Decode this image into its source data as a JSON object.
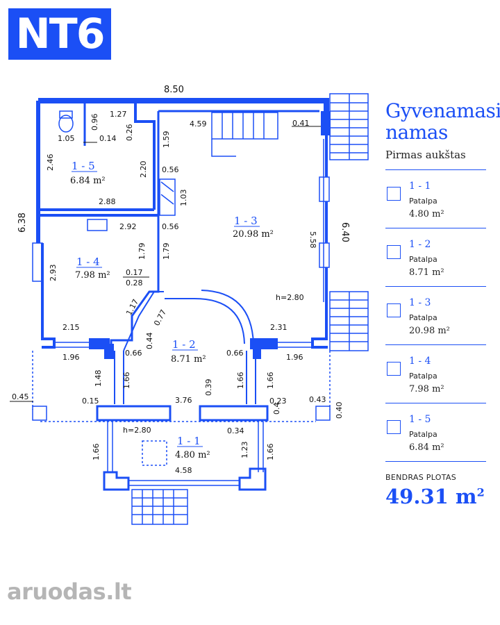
{
  "badge": "NT6",
  "legend": {
    "title_line1": "Gyvenamasis",
    "title_line2": "namas",
    "subtitle": "Pirmas aukštas",
    "items": [
      {
        "code": "1 - 1",
        "label": "Patalpa",
        "area": "4.80 m²"
      },
      {
        "code": "1 - 2",
        "label": "Patalpa",
        "area": "8.71 m²"
      },
      {
        "code": "1 - 3",
        "label": "Patalpa",
        "area": "20.98 m²"
      },
      {
        "code": "1 - 4",
        "label": "Patalpa",
        "area": "7.98 m²"
      },
      {
        "code": "1 - 5",
        "label": "Patalpa",
        "area": "6.84 m²"
      }
    ],
    "total_label": "BENDRAS PLOTAS",
    "total_value": "49.31 m",
    "total_unit_sup": "2"
  },
  "plan": {
    "rooms": [
      {
        "code": "1 - 5",
        "area": "6.84 m²"
      },
      {
        "code": "1 - 4",
        "area": "7.98 m²"
      },
      {
        "code": "1 - 3",
        "area": "20.98 m²"
      },
      {
        "code": "1 - 2",
        "area": "8.71 m²"
      },
      {
        "code": "1 - 1",
        "area": "4.80 m²"
      }
    ],
    "heights": [
      "h=2.80",
      "h=2.80"
    ],
    "dims": {
      "d850": "8.50",
      "d127": "1.27",
      "d096": "0.96",
      "d026": "0.26",
      "d459": "4.59",
      "d041": "0.41",
      "d105": "1.05",
      "d014": "0.14",
      "d159": "1.59",
      "d246": "2.46",
      "d220": "2.20",
      "d056a": "0.56",
      "d103": "1.03",
      "d288": "2.88",
      "d638": "6.38",
      "d292": "2.92",
      "d056b": "0.56",
      "d558": "5.58",
      "d640": "6.40",
      "d179a": "1.79",
      "d179b": "1.79",
      "d293": "2.93",
      "d017": "0.17",
      "d028": "0.28",
      "d117": "1.17",
      "d077": "0.77",
      "d044": "0.44",
      "d215": "2.15",
      "d231": "2.31",
      "d066a": "0.66",
      "d066b": "0.66",
      "d196a": "1.96",
      "d196b": "1.96",
      "d148": "1.48",
      "d166a": "1.66",
      "d039": "0.39",
      "d166b": "1.66",
      "d166c": "1.66",
      "d045": "0.45",
      "d015": "0.15",
      "d376": "3.76",
      "d023": "0.23",
      "d04": "0.4",
      "d043": "0.43",
      "d040": "0.40",
      "d034": "0.34",
      "d166d": "1.66",
      "d123": "1.23",
      "d166e": "1.66",
      "d458": "4.58"
    }
  },
  "watermark": {
    "text": "aruodas",
    "suffix": ".lt"
  },
  "colors": {
    "accent": "#1b4ff5",
    "wall": "#1b4ff5",
    "text": "#111111",
    "watermark": "#b5b5b5"
  }
}
